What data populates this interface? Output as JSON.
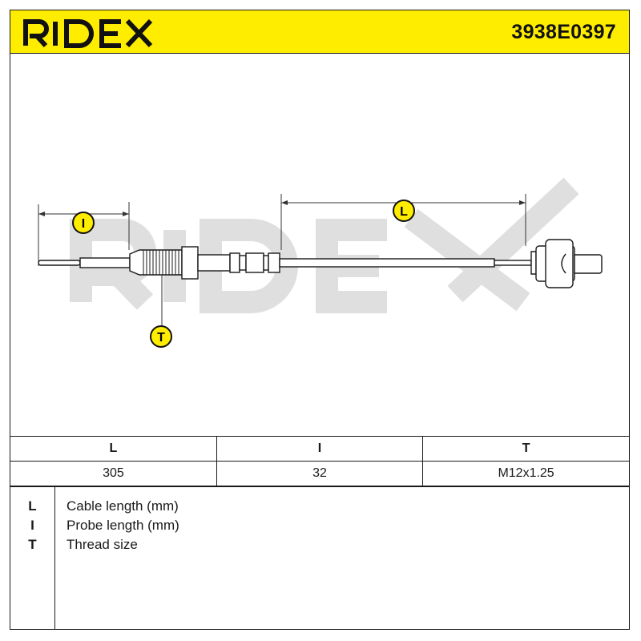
{
  "header": {
    "brand": "RIDEX",
    "part_number": "3938E0397",
    "accent_color": "#ffed00"
  },
  "drawing": {
    "watermark": "RIDEX",
    "dimension_markers": [
      {
        "symbol": "I"
      },
      {
        "symbol": "L"
      },
      {
        "symbol": "T"
      }
    ]
  },
  "spec_table": {
    "headers": [
      "L",
      "I",
      "T"
    ],
    "values": [
      "305",
      "32",
      "M12x1.25"
    ]
  },
  "legend": [
    {
      "symbol": "L",
      "description": "Cable length (mm)"
    },
    {
      "symbol": "I",
      "description": "Probe length (mm)"
    },
    {
      "symbol": "T",
      "description": "Thread size"
    }
  ]
}
